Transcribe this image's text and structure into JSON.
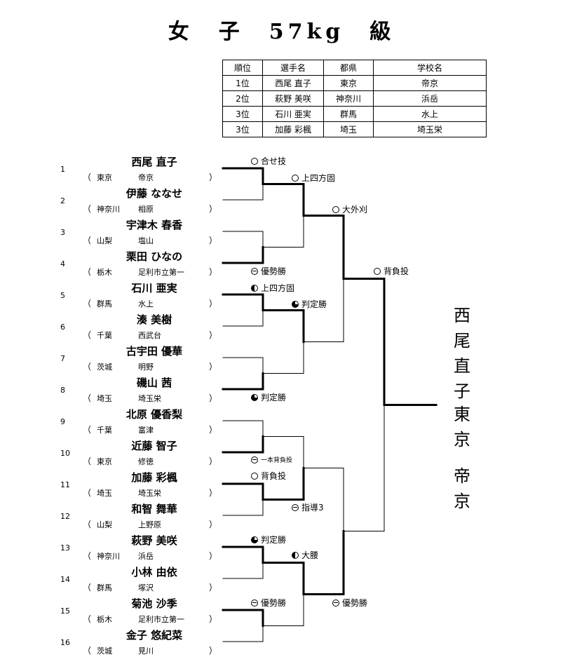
{
  "title": "女　子　57kg　級",
  "results_table": {
    "headers": [
      "順位",
      "選手名",
      "都県",
      "学校名"
    ],
    "rows": [
      [
        "1位",
        "西尾 直子",
        "東京",
        "帝京"
      ],
      [
        "2位",
        "萩野 美咲",
        "神奈川",
        "浜岳"
      ],
      [
        "3位",
        "石川 亜実",
        "群馬",
        "水上"
      ],
      [
        "3位",
        "加藤 彩楓",
        "埼玉",
        "埼玉栄"
      ]
    ]
  },
  "players": [
    {
      "num": "1",
      "name": "西尾 直子",
      "pref": "東京",
      "school": "帝京"
    },
    {
      "num": "2",
      "name": "伊藤 ななせ",
      "pref": "神奈川",
      "school": "相原"
    },
    {
      "num": "3",
      "name": "宇津木 春香",
      "pref": "山梨",
      "school": "塩山"
    },
    {
      "num": "4",
      "name": "栗田 ひなの",
      "pref": "栃木",
      "school": "足利市立第一"
    },
    {
      "num": "5",
      "name": "石川 亜実",
      "pref": "群馬",
      "school": "水上"
    },
    {
      "num": "6",
      "name": "湊 美樹",
      "pref": "千葉",
      "school": "西武台"
    },
    {
      "num": "7",
      "name": "古宇田 優華",
      "pref": "茨城",
      "school": "明野"
    },
    {
      "num": "8",
      "name": "磯山 茜",
      "pref": "埼玉",
      "school": "埼玉栄"
    },
    {
      "num": "9",
      "name": "北原 優香梨",
      "pref": "千葉",
      "school": "富津"
    },
    {
      "num": "10",
      "name": "近藤 智子",
      "pref": "東京",
      "school": "修徳"
    },
    {
      "num": "11",
      "name": "加藤 彩楓",
      "pref": "埼玉",
      "school": "埼玉栄"
    },
    {
      "num": "12",
      "name": "和智 舞華",
      "pref": "山梨",
      "school": "上野原"
    },
    {
      "num": "13",
      "name": "萩野 美咲",
      "pref": "神奈川",
      "school": "浜岳"
    },
    {
      "num": "14",
      "name": "小林 由依",
      "pref": "群馬",
      "school": "塚沢"
    },
    {
      "num": "15",
      "name": "菊池 沙季",
      "pref": "栃木",
      "school": "足利市立第一"
    },
    {
      "num": "16",
      "name": "金子 悠紀菜",
      "pref": "茨城",
      "school": "見川"
    }
  ],
  "paren_open": "（",
  "paren_close": "）",
  "match_results": [
    {
      "mark": "ippon",
      "text": "合せ技"
    },
    {
      "mark": "ippon",
      "text": "上四方固"
    },
    {
      "mark": "ippon",
      "text": "大外刈"
    },
    {
      "mark": "superior",
      "text": "優勢勝"
    },
    {
      "mark": "half",
      "text": "上四方固"
    },
    {
      "mark": "decision",
      "text": "判定勝"
    },
    {
      "mark": "ippon",
      "text": "背負投"
    },
    {
      "mark": "decision",
      "text": "判定勝"
    },
    {
      "mark": "superior",
      "text": "一本背負投"
    },
    {
      "mark": "ippon",
      "text": "背負投"
    },
    {
      "mark": "superior",
      "text": "指導3"
    },
    {
      "mark": "decision",
      "text": "判定勝"
    },
    {
      "mark": "half",
      "text": "大腰"
    },
    {
      "mark": "superior",
      "text": "優勢勝"
    },
    {
      "mark": "superior",
      "text": "優勢勝"
    }
  ],
  "winner": {
    "name": "西尾直子",
    "pref": "東京",
    "school": "帝京"
  }
}
